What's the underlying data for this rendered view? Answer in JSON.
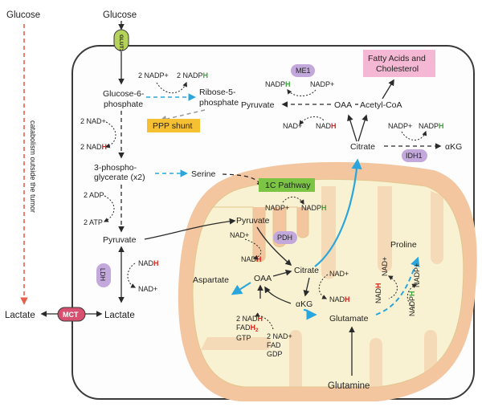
{
  "outside": {
    "glucose_left": "Glucose",
    "glucose_top": "Glucose",
    "lactate_left": "Lactate",
    "catabolism_note": "catabolism outside the tumor"
  },
  "transporters": {
    "glut1": "GLUT1",
    "mct": "MCT"
  },
  "glycolysis": {
    "nadp_in": "2 NADP+",
    "nadph_out": "2 NADP",
    "nadph_h": "H",
    "g6p_line1": "Glucose-6-",
    "g6p_line2": "phosphate",
    "r5p_line1": "Ribose-5-",
    "r5p_line2": "phosphate",
    "ppp_label": "PPP shunt",
    "nad_in": "2 NAD+",
    "nadh_out": "2 NAD",
    "nadh_h": "H",
    "pg3_line1": "3-phospho-",
    "pg3_line2": "glycerate (x2)",
    "adp": "2 ADP",
    "atp": "2 ATP",
    "pyruvate": "Pyruvate",
    "lactate": "Lactate",
    "ldh": "LDH",
    "ldh_nadh": "NAD",
    "ldh_nadh_h": "H",
    "ldh_nad": "NAD+",
    "serine": "Serine"
  },
  "cytosol_upper": {
    "me1": "ME1",
    "nadph": "NADP",
    "nadph_h": "H",
    "nadp": "NADP+",
    "pyruvate": "Pyruvate",
    "oaa": "OAA",
    "nad": "NAD+",
    "nadh": "NAD",
    "nadh_h": "H",
    "acetyl_coa": "Acetyl-CoA",
    "fatty_line1": "Fatty Acids and",
    "fatty_line2": "Cholesterol",
    "citrate": "Citrate",
    "akg": "αKG",
    "idh1": "IDH1",
    "idh_nadp": "NADP+",
    "idh_nadph": "NADP",
    "idh_nadph_h": "H"
  },
  "mito": {
    "onec_label": "1C Pathway",
    "onec_nadp": "NADP+",
    "onec_nadph": "NADP",
    "onec_nadph_h": "H",
    "pyruvate": "Pyruvate",
    "pdh": "PDH",
    "pdh_nad": "NAD+",
    "pdh_nadh": "NAD",
    "pdh_nadh_h": "H",
    "aspartate": "Aspartate",
    "oaa": "OAA",
    "citrate": "Citrate",
    "cit_nad": "NAD+",
    "cit_nadh": "NAD",
    "cit_nadh_h": "H",
    "akg": "αKG",
    "glutamate": "Glutamate",
    "glutamine": "Glutamine",
    "proline": "Proline",
    "pro_nadh": "NAD",
    "pro_nadh_h": "H",
    "pro_nad": "NAD+",
    "pro_nadph": "NADP",
    "pro_nadph_h": "H",
    "pro_nadp": "NADP+",
    "tca_nadh": "2 NAD",
    "tca_nadh_h": "H",
    "tca_fadh": "FAD",
    "tca_fadh_h": "H",
    "tca_fadh_sub": "2",
    "tca_gtp": "GTP",
    "tca_nad": "2 NAD+",
    "tca_fad": "FAD",
    "tca_gdp": "GDP"
  },
  "colors": {
    "cell_border": "#3a3a3a",
    "mito_outer": "#f3c6a0",
    "mito_inner": "#f8f2d2",
    "blue_arrow": "#2aa6dd",
    "red_dashed": "#e8604a",
    "nadph_green": "#3aa537",
    "nadh_red": "#d8251b",
    "ppp_fill": "#f6c033",
    "onec_fill": "#7cc443",
    "enzyme_purple": "#c3a8dc",
    "fatty_pink": "#f5b8d4",
    "mct_fill": "#d8506f",
    "glut1_fill": "#b5d25a"
  }
}
